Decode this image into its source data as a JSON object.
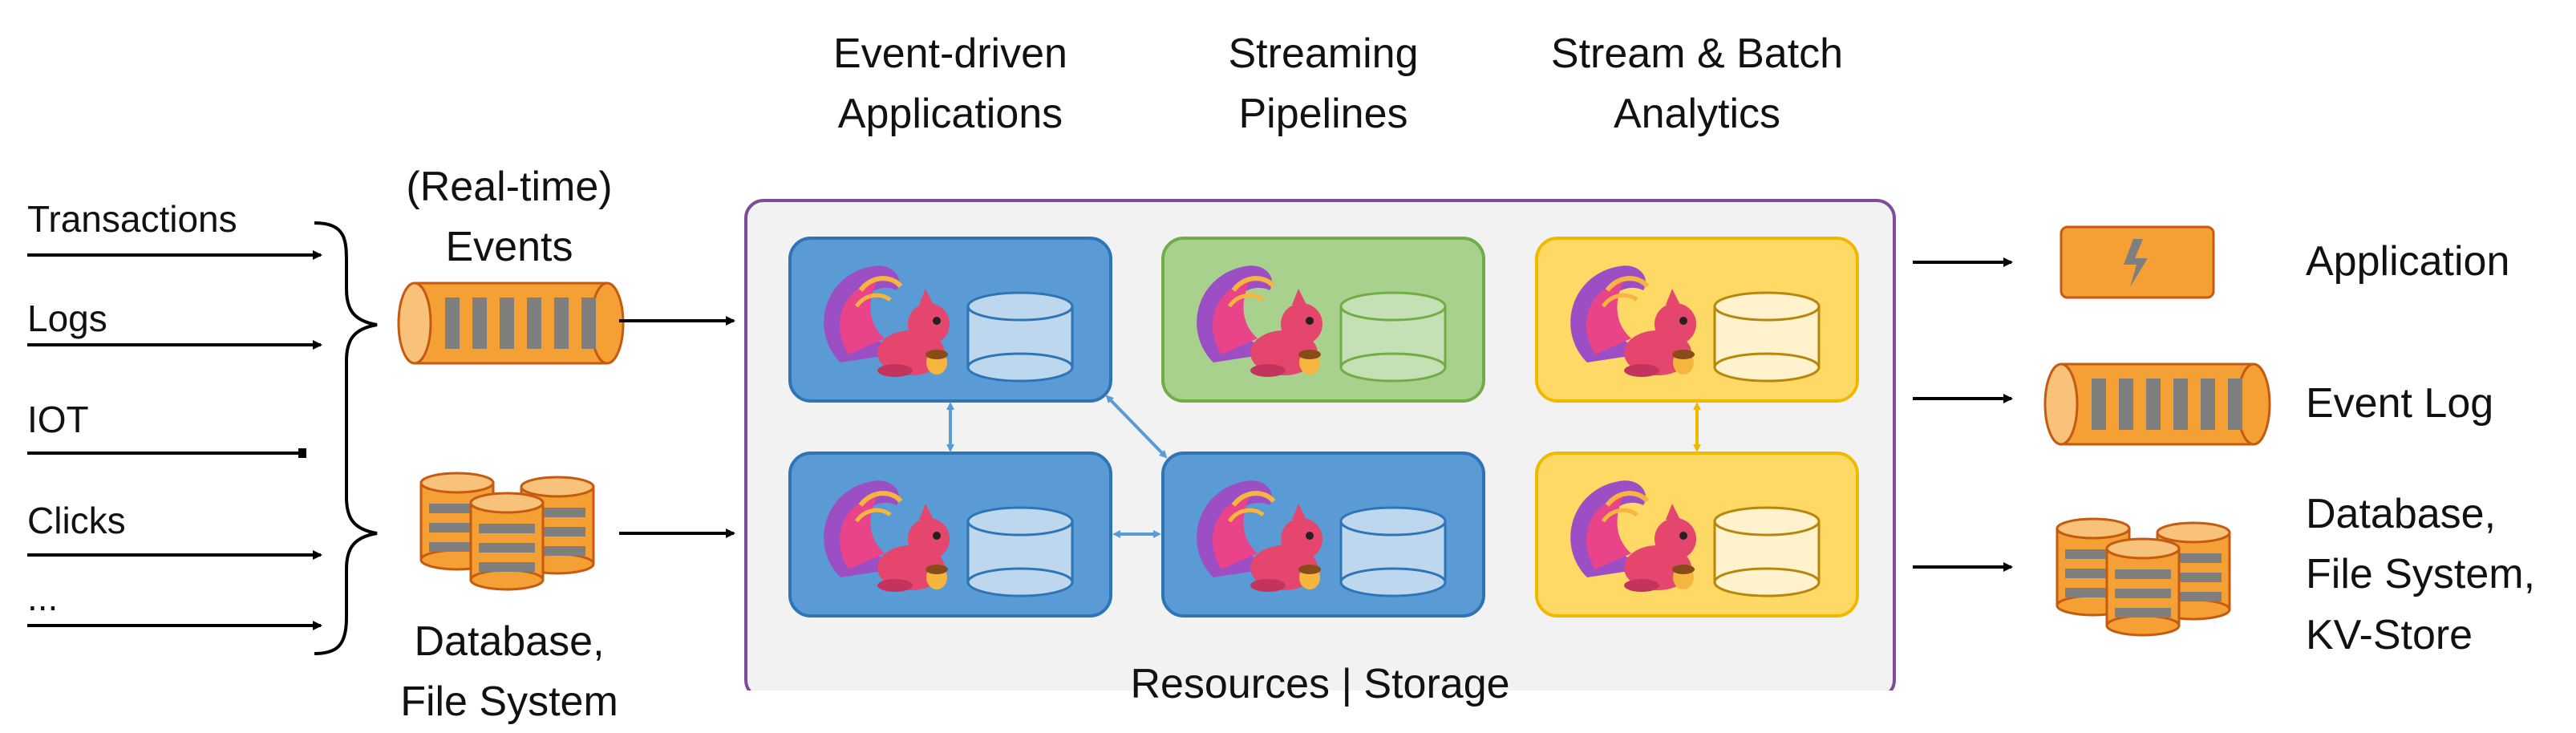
{
  "inputs": [
    "Transactions",
    "Logs",
    "IOT",
    "Clicks",
    "..."
  ],
  "sources": {
    "events_line1": "(Real-time)",
    "events_line2": "Events",
    "database_line1": "Database,",
    "database_line2": "File System"
  },
  "categories": {
    "event_driven_line1": "Event-driven",
    "event_driven_line2": "Applications",
    "streaming_line1": "Streaming",
    "streaming_line2": "Pipelines",
    "analytics_line1": "Stream & Batch",
    "analytics_line2": "Analytics"
  },
  "platform_label": "Resources | Storage",
  "outputs": {
    "application": "Application",
    "event_log": "Event Log",
    "database_line1": "Database,",
    "database_line2": "File System,",
    "database_line3": "KV-Store"
  },
  "colors": {
    "blue": "#5b9bd5",
    "blue_border": "#2e75b6",
    "green": "#a9d18e",
    "green_border": "#70ad47",
    "yellow": "#ffd966",
    "yellow_border": "#f1b800",
    "orange": "#f4a035",
    "orange_border": "#c55a11",
    "platform_border": "#7e4c9a",
    "platform_fill": "#f2f2f2"
  }
}
